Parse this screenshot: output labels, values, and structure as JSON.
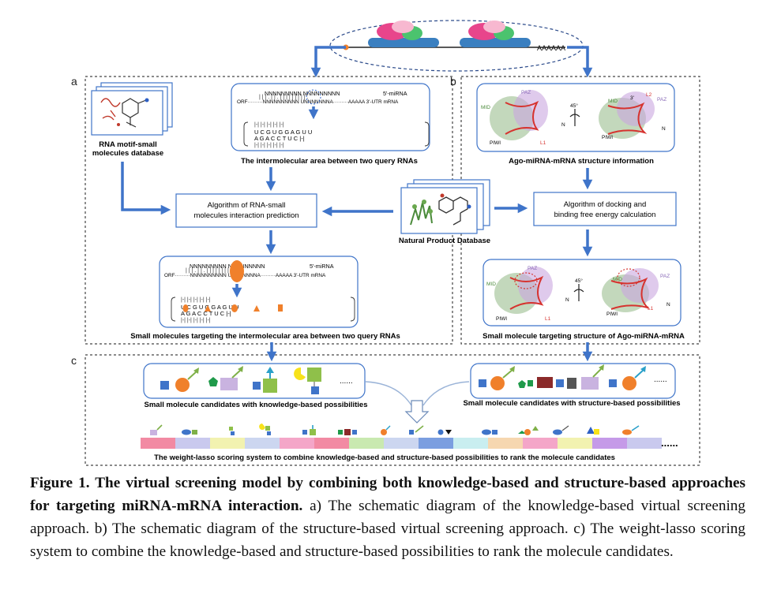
{
  "panels": {
    "a": "a",
    "b": "b",
    "c": "c"
  },
  "top": {
    "poly_a": "AAAAAA"
  },
  "panel_a": {
    "database_label_1": "RNA motif-small",
    "database_label_2": "molecules database",
    "rna_top": {
      "seq_line_1": "NNNNNNNNN     NNNNNNNNN",
      "mirna_label": "5'-miRNA",
      "seq_line_2": "ORF·········NNNNNNNNNN   UNNNNNNNA·········AAAAA  3'-UTR mRNA",
      "motif_row_1": "U  C     G  U     G  G     A  G     U  U",
      "motif_row_2": "A  G     A  C     C  T     U  C     |-|",
      "caption": "The intermolecular area between two query RNAs"
    },
    "algorithm_1": "Algorithm of RNA-small",
    "algorithm_2": "molecules interaction prediction",
    "rna_bottom": {
      "seq_line_1": "NNNNNNNNN     NNNNNNNNN",
      "mirna_label": "5'-miRNA",
      "seq_line_2": "ORF·········NNNNNNNNNN   UNNNNNNNA·········AAAAA  3'-UTR mRNA",
      "motif_row_1": "U  C     G  U     G  G     A  G     U  U",
      "motif_row_2": "A  G     A  C     C  T     U  C     |-|",
      "caption": "Small molecules targeting the intermolecular area between two query RNAs"
    }
  },
  "natural_db": "Natural Product Database",
  "panel_b": {
    "struct_caption": "Ago-miRNA-mRNA structure information",
    "algorithm_1": "Algorithm of docking and",
    "algorithm_2": "binding free energy calculation",
    "target_caption": "Small molecule targeting structure of Ago-miRNA-mRNA",
    "labels": {
      "paz": "PAZ",
      "mid": "MID",
      "piwi": "PIWI",
      "l1": "L1",
      "l2": "L2",
      "n": "N",
      "angle": "45°",
      "three": "3'"
    }
  },
  "panel_c": {
    "knowledge_caption": "Small molecule candidates with knowledge-based possibilities",
    "structure_caption": "Small molecule candidates with structure-based possibilities",
    "ellipsis": "......",
    "bottom_caption": "The weight-lasso scoring system to combine knowledge-based and structure-based possibilities to rank the molecule candidates",
    "bottom_ellipsis": "......",
    "bar_colors": [
      "#f28aa3",
      "#c9c9ee",
      "#f2f2b0",
      "#ccd6f0",
      "#f4a6c8",
      "#f28aa3",
      "#c9e9b0",
      "#ccd6f0",
      "#7b9ee0",
      "#c9eef0",
      "#f6d7b0",
      "#f4a6c8",
      "#f2f2b0",
      "#c59ae8",
      "#c9c9ee"
    ]
  },
  "caption": {
    "bold": "Figure 1. The virtual screening model by combining both knowledge-based and structure-based approaches for targeting miRNA-mRNA interaction.",
    "rest": " a) The schematic diagram of the knowledge-based virtual screening approach. b) The schematic diagram of the structure-based virtual screening approach. c) The weight-lasso scoring system to combine the knowledge-based and structure-based possibilities to rank the molecule candidates."
  }
}
